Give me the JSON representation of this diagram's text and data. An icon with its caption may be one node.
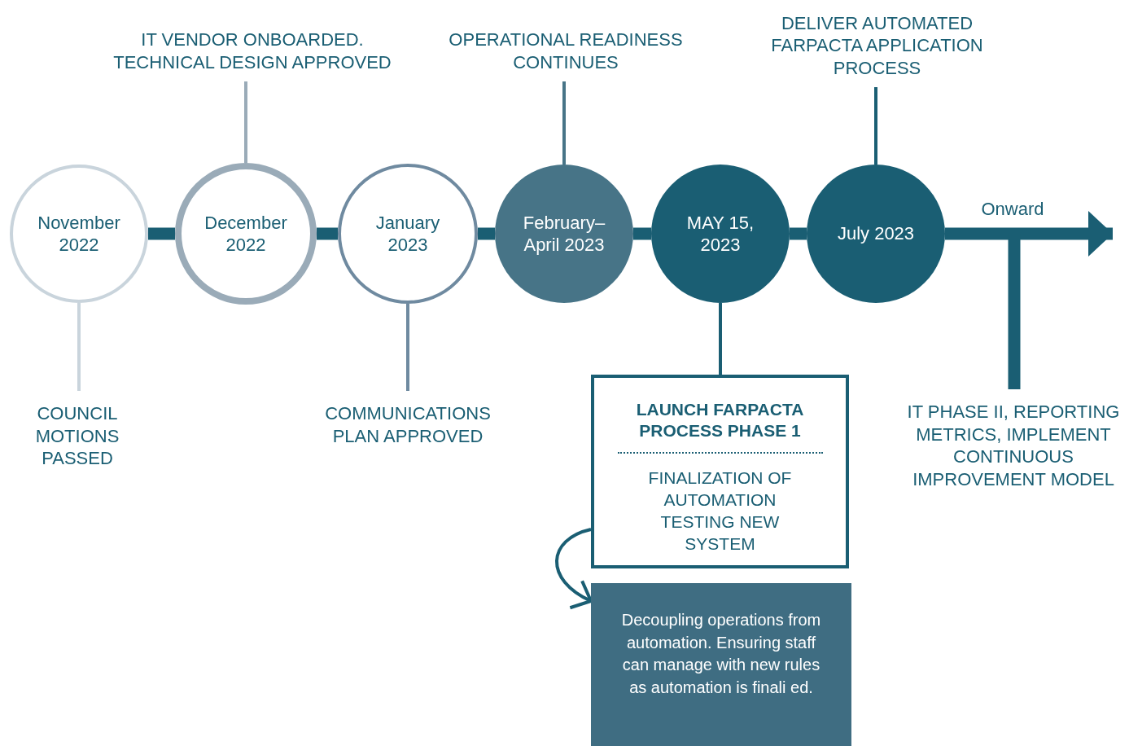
{
  "diagram": {
    "nodes": [
      {
        "text": [
          "November 2022"
        ]
      },
      {
        "text": [
          "December 2022"
        ]
      },
      {
        "text": [
          "January 2023"
        ]
      },
      {
        "text": [
          "February– April 2023"
        ]
      },
      {
        "text": [
          "MAY 15, 2023"
        ]
      },
      {
        "text": [
          "July 2023"
        ]
      },
      {
        "text": [
          "COUNCIL MOTIONS PASSED"
        ]
      },
      {
        "text": [
          "IT VENDOR ONBOARDED. TECHNICAL DESIGN APPROVED"
        ]
      },
      {
        "text": [
          "COMMUNICATIONS PLAN APPROVED"
        ]
      },
      {
        "text": [
          "OPERATIONAL READINESS CONTINUES"
        ]
      },
      {
        "text": [
          "LAUNCH FARPACTA PROCESS PHASE 1",
          "FINALIZATION OF AUTOMATION TESTING NEW SYSTEM"
        ]
      },
      {
        "text": [
          "Decoupling operations from automation. Ensuring staff can manage with new rules as automation is finali ed."
        ]
      },
      {
        "text": [
          "DELIVER AUTOMATED FARPACTA APPLICATION PROCESS"
        ]
      },
      {
        "text": [
          "IT PHASE II, REPORTING METRICS, IMPLEMENT CONTINUOUS IMPROVEMENT MODEL"
        ]
      }
    ],
    "edges": [
      {
        "from": 0,
        "to": 1,
        "arrow": "none",
        "style": "thick"
      },
      {
        "from": 1,
        "to": 2,
        "arrow": "none",
        "style": "thick"
      },
      {
        "from": 2,
        "to": 3,
        "arrow": "none",
        "style": "thick"
      },
      {
        "from": 3,
        "to": 4,
        "arrow": "none",
        "style": "thick"
      },
      {
        "from": 4,
        "to": 5,
        "arrow": "none",
        "style": "thick"
      },
      {
        "from": 0,
        "to": 6,
        "arrow": "none",
        "color": "#c9d4dc"
      },
      {
        "from": 1,
        "to": 7,
        "arrow": "none",
        "color": "#9aabb8"
      },
      {
        "from": 2,
        "to": 8,
        "arrow": "none",
        "color": "#6f8aa0"
      },
      {
        "from": 3,
        "to": 9,
        "arrow": "none",
        "color": "#477487"
      },
      {
        "from": 4,
        "to": 10,
        "arrow": "none"
      },
      {
        "from": 5,
        "to": 12,
        "arrow": "none"
      },
      {
        "from": 10,
        "to": 11,
        "arrow": "to"
      },
      {
        "from": 5,
        "to": null,
        "arrow": "to",
        "style": "thick",
        "label": "Onward"
      },
      {
        "from": 13,
        "to": null,
        "arrow": "none",
        "style": "thick"
      }
    ]
  }
}
